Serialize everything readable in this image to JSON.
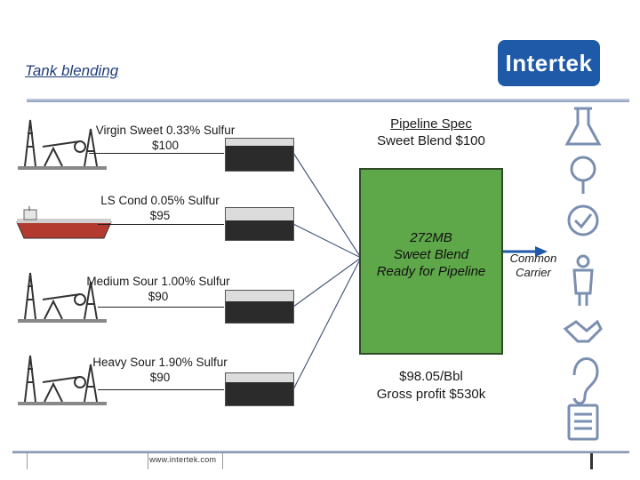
{
  "title": "Tank blending",
  "logo_text": "Intertek",
  "sources": [
    {
      "label_line1": "Virgin Sweet 0.33% Sulfur",
      "label_line2": "$100",
      "icon": "oil-pumpjack-icon"
    },
    {
      "label_line1": "LS Cond 0.05% Sulfur",
      "label_line2": "$95",
      "icon": "tanker-ship-icon"
    },
    {
      "label_line1": "Medium Sour 1.00% Sulfur",
      "label_line2": "$90",
      "icon": "oil-pumpjack-icon"
    },
    {
      "label_line1": "Heavy Sour 1.90% Sulfur",
      "label_line2": "$90",
      "icon": "oil-pumpjack-icon"
    }
  ],
  "pipeline_spec": {
    "line1": "Pipeline Spec",
    "line2": "Sweet Blend $100"
  },
  "blend": {
    "line1": "272MB",
    "line2": "Sweet Blend",
    "line3": "Ready for Pipeline"
  },
  "result": {
    "line1": "$98.05/Bbl",
    "line2": "Gross profit $530k"
  },
  "carrier": {
    "line1": "Common",
    "line2": "Carrier"
  },
  "footer_url": "www.intertek.com",
  "colors": {
    "brand": "#1e5aa8",
    "blend_tank": "#5fa84a",
    "arrow": "#1e5aa8"
  },
  "side_icons": [
    "flask-icon",
    "magnifier-icon",
    "approved-seal-icon",
    "person-icon",
    "handshake-icon",
    "ear-icon",
    "clipboard-icon"
  ]
}
